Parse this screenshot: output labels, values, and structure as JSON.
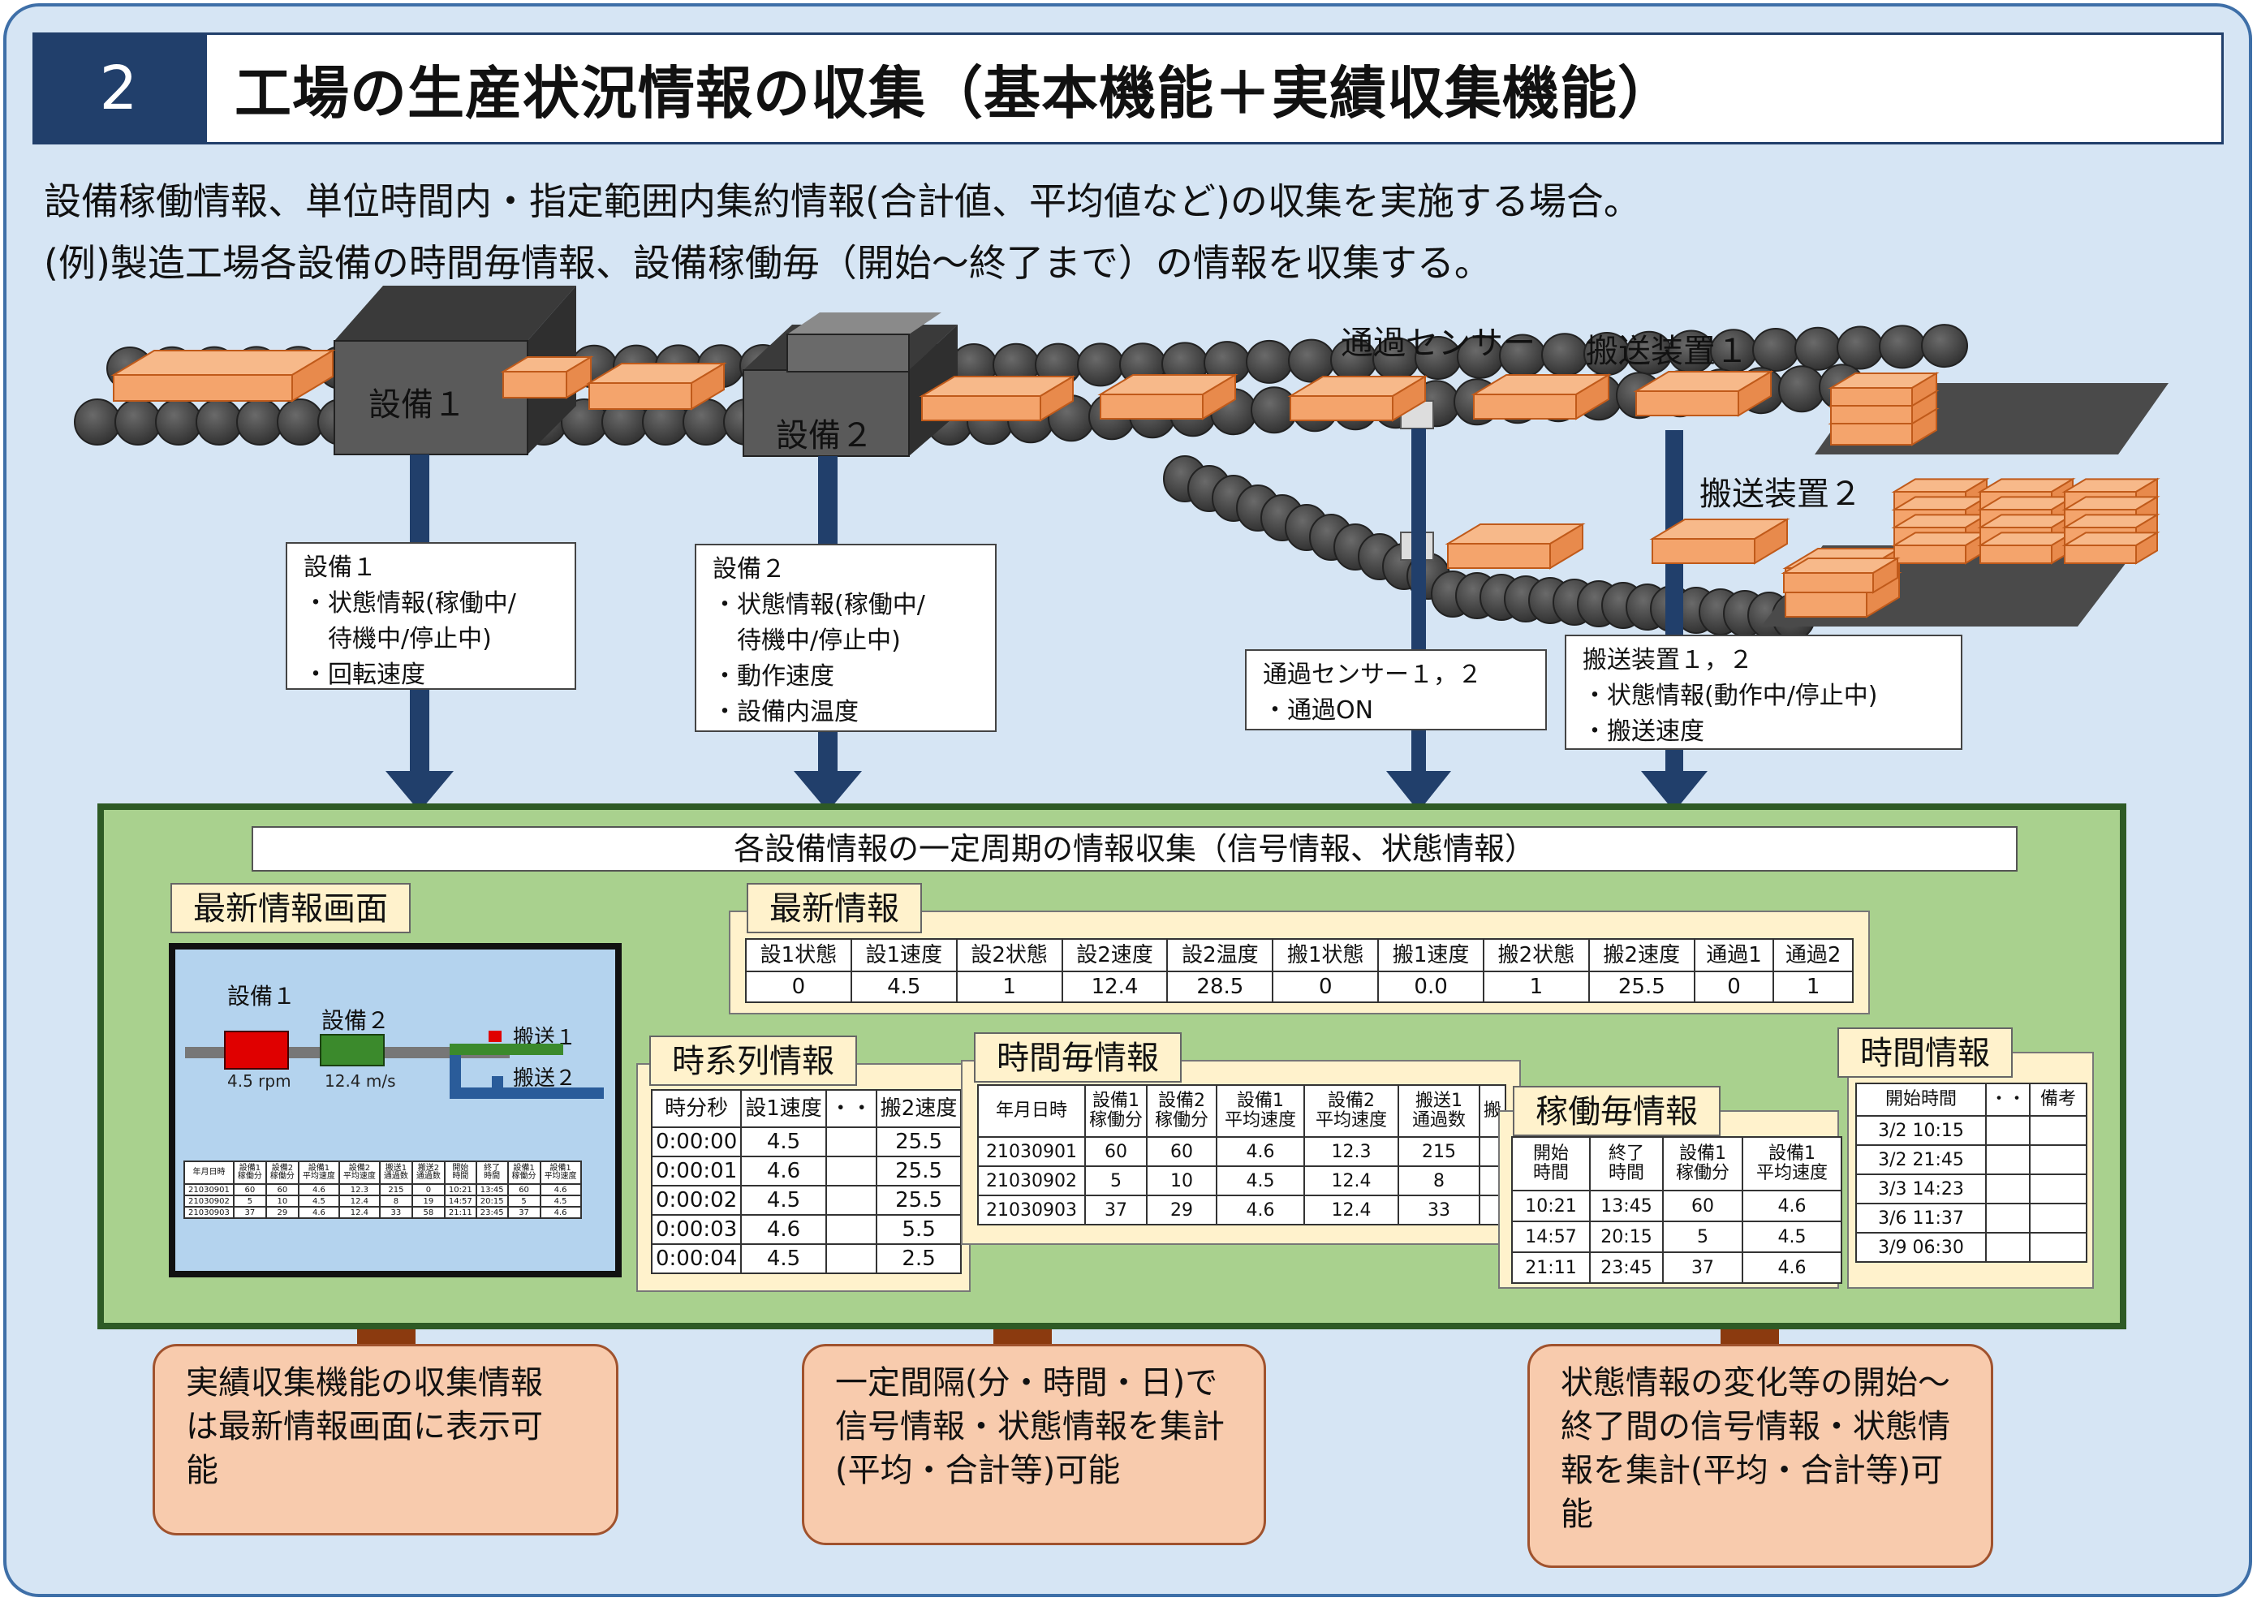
{
  "header": {
    "number": "2",
    "title": "工場の生産状況情報の収集（基本機能＋実績収集機能）"
  },
  "lead": {
    "line1": "設備稼働情報、単位時間内・指定範囲内集約情報(合計値、平均値など)の収集を実施する場合。",
    "line2": "(例)製造工場各設備の時間毎情報、設備稼働毎（開始～終了まで）の情報を収集する。"
  },
  "scene": {
    "machine1": "設備１",
    "machine2": "設備２",
    "sensor": "通過センサー",
    "conveyor1": "搬送装置１",
    "conveyor2": "搬送装置２"
  },
  "info_boxes": {
    "machine1": [
      "設備１",
      "・状態情報(稼働中/",
      "　待機中/停止中)",
      "・回転速度"
    ],
    "machine2": [
      "設備２",
      "・状態情報(稼働中/",
      "　待機中/停止中)",
      "・動作速度",
      "・設備内温度"
    ],
    "sensor": [
      "通過センサー１，２",
      "・通過ON"
    ],
    "conveyor": [
      "搬送装置１，２",
      "・状態情報(動作中/停止中)",
      "・搬送速度"
    ]
  },
  "collection": {
    "title": "各設備情報の一定周期の情報収集（信号情報、状態情報）"
  },
  "latest_screen": {
    "tag": "最新情報画面",
    "m1": "設備１",
    "m2": "設備２",
    "c1": "搬送１",
    "c2": "搬送２",
    "speed1": "4.5 rpm",
    "speed2": "12.4 m/s",
    "mini_headers": [
      "年月日時",
      "設備1\n稼働分",
      "設備2\n稼働分",
      "設備1\n平均速度",
      "設備2\n平均速度",
      "搬送1\n通過数",
      "搬送2\n通過数",
      "開始\n時間",
      "終了\n時間",
      "設備1\n稼働分",
      "設備1\n平均速度"
    ],
    "mini_rows": [
      [
        "21030901",
        "60",
        "60",
        "4.6",
        "12.3",
        "215",
        "0",
        "10:21",
        "13:45",
        "60",
        "4.6"
      ],
      [
        "21030902",
        "5",
        "10",
        "4.5",
        "12.4",
        "8",
        "19",
        "14:57",
        "20:15",
        "5",
        "4.5"
      ],
      [
        "21030903",
        "37",
        "29",
        "4.6",
        "12.4",
        "33",
        "58",
        "21:11",
        "23:45",
        "37",
        "4.6"
      ]
    ]
  },
  "latest_info": {
    "tag": "最新情報",
    "headers": [
      "設1状態",
      "設1速度",
      "設2状態",
      "設2速度",
      "設2温度",
      "搬1状態",
      "搬1速度",
      "搬2状態",
      "搬2速度",
      "通過1",
      "通過2"
    ],
    "values": [
      "0",
      "4.5",
      "1",
      "12.4",
      "28.5",
      "0",
      "0.0",
      "1",
      "25.5",
      "0",
      "1"
    ]
  },
  "timeseries": {
    "tag": "時系列情報",
    "headers": [
      "時分秒",
      "設1速度",
      "・・",
      "搬2速度"
    ],
    "rows": [
      [
        "0:00:00",
        "4.5",
        "",
        "25.5"
      ],
      [
        "0:00:01",
        "4.6",
        "",
        "25.5"
      ],
      [
        "0:00:02",
        "4.5",
        "",
        "25.5"
      ],
      [
        "0:00:03",
        "4.6",
        "",
        "5.5"
      ],
      [
        "0:00:04",
        "4.5",
        "",
        "2.5"
      ]
    ]
  },
  "hourly": {
    "tag": "時間毎情報",
    "headers": [
      "年月日時",
      "設備1\n稼働分",
      "設備2\n稼働分",
      "設備1\n平均速度",
      "設備2\n平均速度",
      "搬送1\n通過数",
      "搬"
    ],
    "rows": [
      [
        "21030901",
        "60",
        "60",
        "4.6",
        "12.3",
        "215",
        ""
      ],
      [
        "21030902",
        "5",
        "10",
        "4.5",
        "12.4",
        "8",
        ""
      ],
      [
        "21030903",
        "37",
        "29",
        "4.6",
        "12.4",
        "33",
        ""
      ]
    ]
  },
  "operation": {
    "tag": "稼働毎情報",
    "headers": [
      "開始\n時間",
      "終了\n時間",
      "設備1\n稼働分",
      "設備1\n平均速度"
    ],
    "rows": [
      [
        "10:21",
        "13:45",
        "60",
        "4.6"
      ],
      [
        "14:57",
        "20:15",
        "5",
        "4.5"
      ],
      [
        "21:11",
        "23:45",
        "37",
        "4.6"
      ]
    ]
  },
  "time_info": {
    "tag": "時間情報",
    "headers": [
      "開始時間",
      "・・",
      "備考"
    ],
    "rows": [
      [
        "3/2 10:15",
        "",
        ""
      ],
      [
        "3/2 21:45",
        "",
        ""
      ],
      [
        "3/3 14:23",
        "",
        ""
      ],
      [
        "3/6 11:37",
        "",
        ""
      ],
      [
        "3/9 06:30",
        "",
        ""
      ]
    ]
  },
  "bottom": {
    "box1": "実績収集機能の収集情報\nは最新情報画面に表示可\n能",
    "box2": "一定間隔(分・時間・日)で\n信号情報・状態情報を集計\n(平均・合計等)可能",
    "box3": "状態情報の変化等の開始～\n終了間の信号情報・状態情\n報を集計(平均・合計等)可\n能"
  },
  "colors": {
    "navy": "#213f6b",
    "frame": "#3e6fa8",
    "bg": "#d6e5f4",
    "green": "#a9d18e",
    "product": "#f4a46c",
    "arrow_brown": "#8b3a0f",
    "arrow_gray": "#808080"
  }
}
